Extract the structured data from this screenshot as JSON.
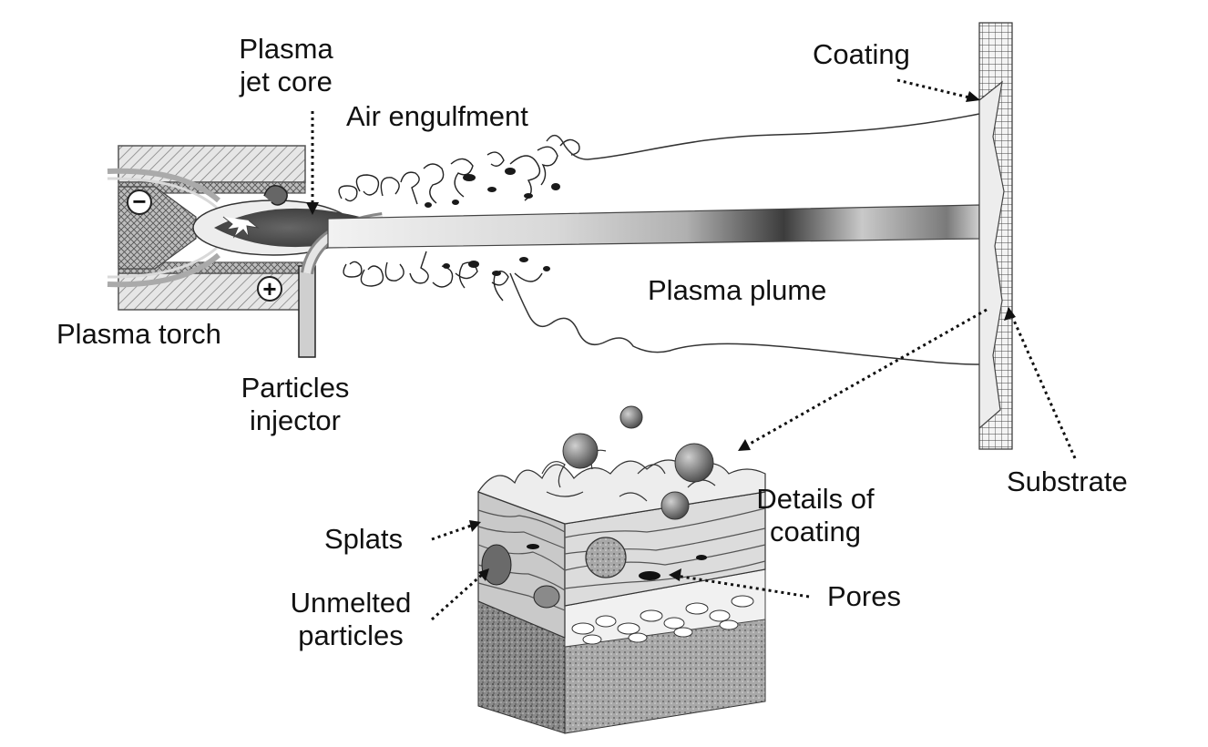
{
  "labels": {
    "plasma_jet_core": [
      "Plasma",
      "jet core"
    ],
    "air_engulfment": "Air engulfment",
    "coating": "Coating",
    "plasma_torch": "Plasma torch",
    "plasma_plume": "Plasma plume",
    "particles_injector": [
      "Particles",
      "injector"
    ],
    "substrate": "Substrate",
    "details_of_coating": [
      "Details of",
      "coating"
    ],
    "splats": "Splats",
    "unmelted_particles": [
      "Unmelted",
      "particles"
    ],
    "pores": "Pores"
  },
  "symbols": {
    "cathode": "−",
    "anode": "+"
  }
}
